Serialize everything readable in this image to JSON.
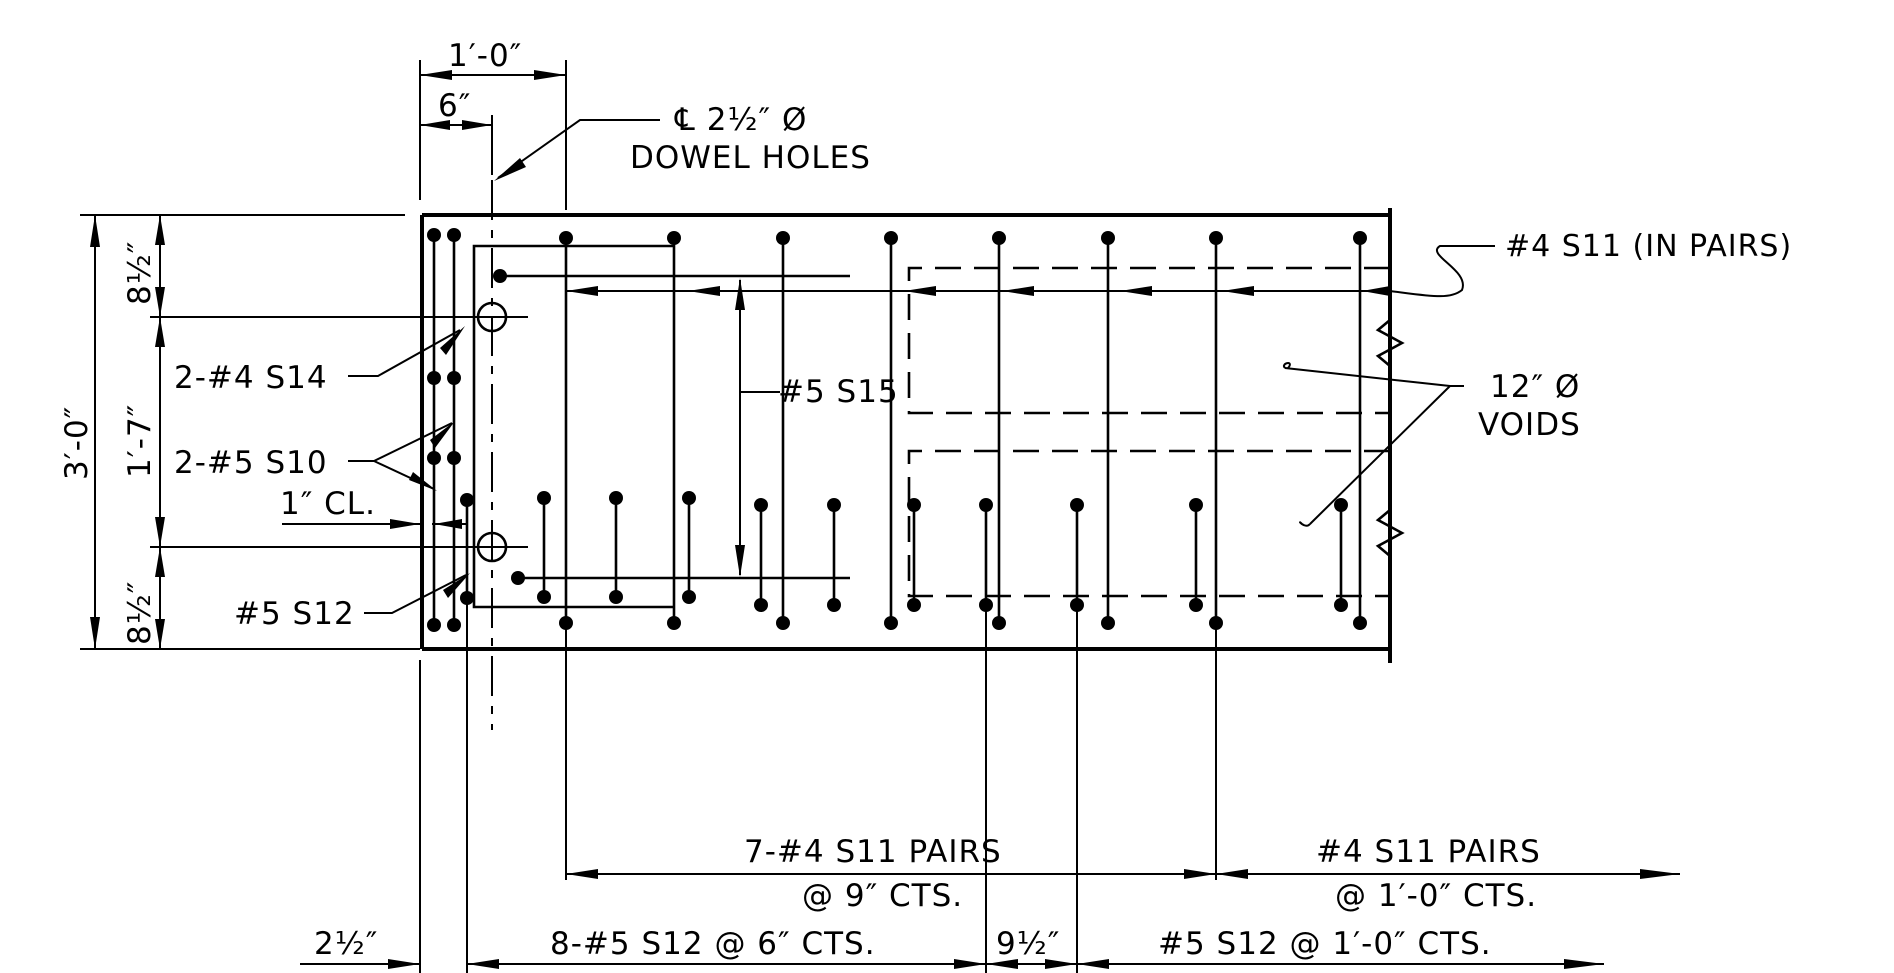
{
  "labels": {
    "dim_top_1ft": "1′-0″",
    "dim_top_6in": "6″",
    "dowel_line1": "℄ 2½″ Ø",
    "dowel_line2": "DOWEL HOLES",
    "s11_top": "#4 S11 (IN PAIRS)",
    "voids_line1": "12″ Ø",
    "voids_line2": "VOIDS",
    "s15": "#5 S15",
    "s14": "2-#4 S14",
    "s10": "2-#5 S10",
    "cl1": "1″ CL.",
    "s12_left": "#5 S12",
    "dim_left_3ft": "3′-0″",
    "dim_left_8half_top": "8½″",
    "dim_left_1ft7": "1′-7″",
    "dim_left_8half_bot": "8½″",
    "pairs9_line1": "7-#4 S11 PAIRS",
    "pairs9_line2": "@ 9″ CTS.",
    "pairs12_line1": "#4 S11 PAIRS",
    "pairs12_line2": "@ 1′-0″ CTS.",
    "bot_2half": "2½″",
    "bot_s12_6": "8-#5 S12 @ 6″ CTS.",
    "bot_9half": "9½″",
    "bot_s12_12": "#5 S12 @ 1′-0″ CTS."
  }
}
